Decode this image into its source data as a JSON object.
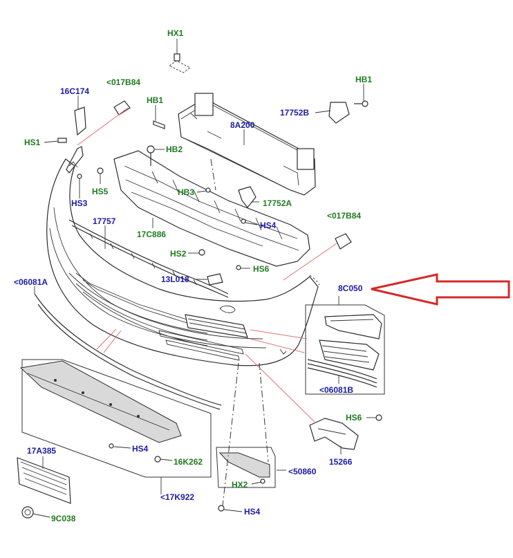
{
  "colors": {
    "part_number_label": "#1a1aa6",
    "fixing_label": "#1f7a1f",
    "highlight_arrow": "#d62828",
    "callout_line": "#e07070"
  },
  "labels": {
    "HX1": "HX1",
    "017B84_top": "<017B84",
    "16C174": "16C174",
    "HB1_left": "HB1",
    "HB1_right": "HB1",
    "17752B": "17752B",
    "8A200": "8A200",
    "HS1": "HS1",
    "HB2": "HB2",
    "HS5": "HS5",
    "HS3": "HS3",
    "HB3": "HB3",
    "17752A": "17752A",
    "17757": "17757",
    "017B84_right": "<017B84",
    "17C886": "17C886",
    "HS4_upper": "HS4",
    "HS2": "HS2",
    "HS6_upper": "HS6",
    "06081A": "<06081A",
    "13L018": "13L018",
    "8C050": "8C050",
    "06081B": "<06081B",
    "HS6_lower": "HS6",
    "15266": "15266",
    "17A385": "17A385",
    "HS4_lower_left": "HS4",
    "16K262": "16K262",
    "50860": "<50860",
    "HX2": "HX2",
    "17K922": "<17K922",
    "HS4_bottom": "HS4",
    "9C038": "9C038"
  }
}
